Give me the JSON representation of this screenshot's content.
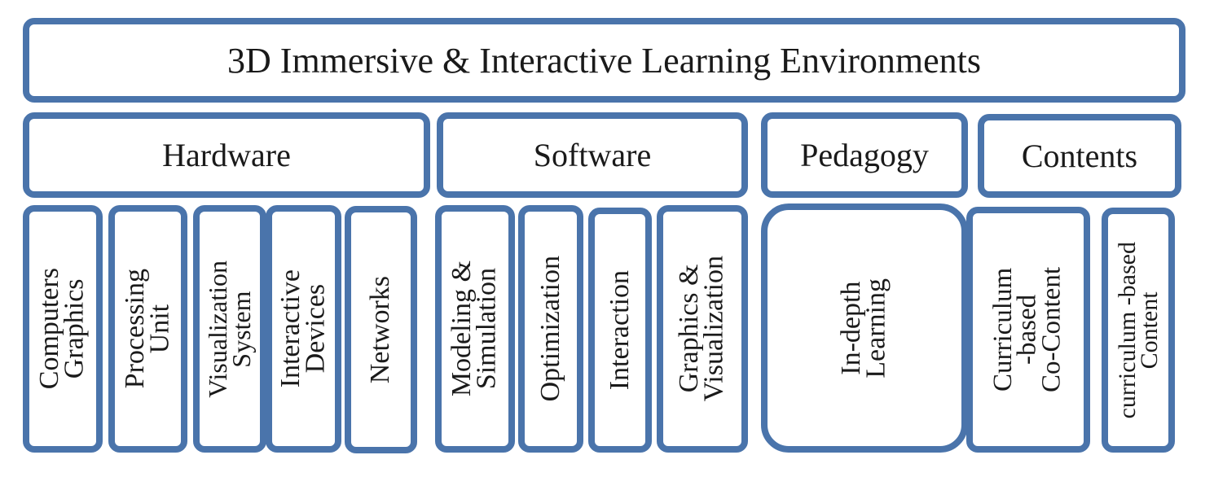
{
  "title": "3D Immersive & Interactive Learning Environments",
  "categories": [
    {
      "label": "Hardware"
    },
    {
      "label": "Software"
    },
    {
      "label": "Pedagogy"
    },
    {
      "label": "Contents"
    }
  ],
  "items": [
    {
      "label": "Computers\nGraphics",
      "category": "Hardware"
    },
    {
      "label": "Processing\nUnit",
      "category": "Hardware"
    },
    {
      "label": "Visualization\nSystem",
      "category": "Hardware"
    },
    {
      "label": "Interactive\nDevices",
      "category": "Hardware"
    },
    {
      "label": "Networks",
      "category": "Hardware"
    },
    {
      "label": "Modeling &\nSimulation",
      "category": "Software"
    },
    {
      "label": "Optimization",
      "category": "Software"
    },
    {
      "label": "Interaction",
      "category": "Software"
    },
    {
      "label": "Graphics &\nVisualization",
      "category": "Software"
    },
    {
      "label": "In-depth\nLearning",
      "category": "Pedagogy"
    },
    {
      "label": "Curriculum\n-based\nCo-Content",
      "category": "Contents"
    },
    {
      "label": "curriculum -based\nContent",
      "category": "Contents"
    }
  ],
  "colors": {
    "border": "#4a74ab",
    "text": "#1a1a1a",
    "background": "#ffffff"
  }
}
